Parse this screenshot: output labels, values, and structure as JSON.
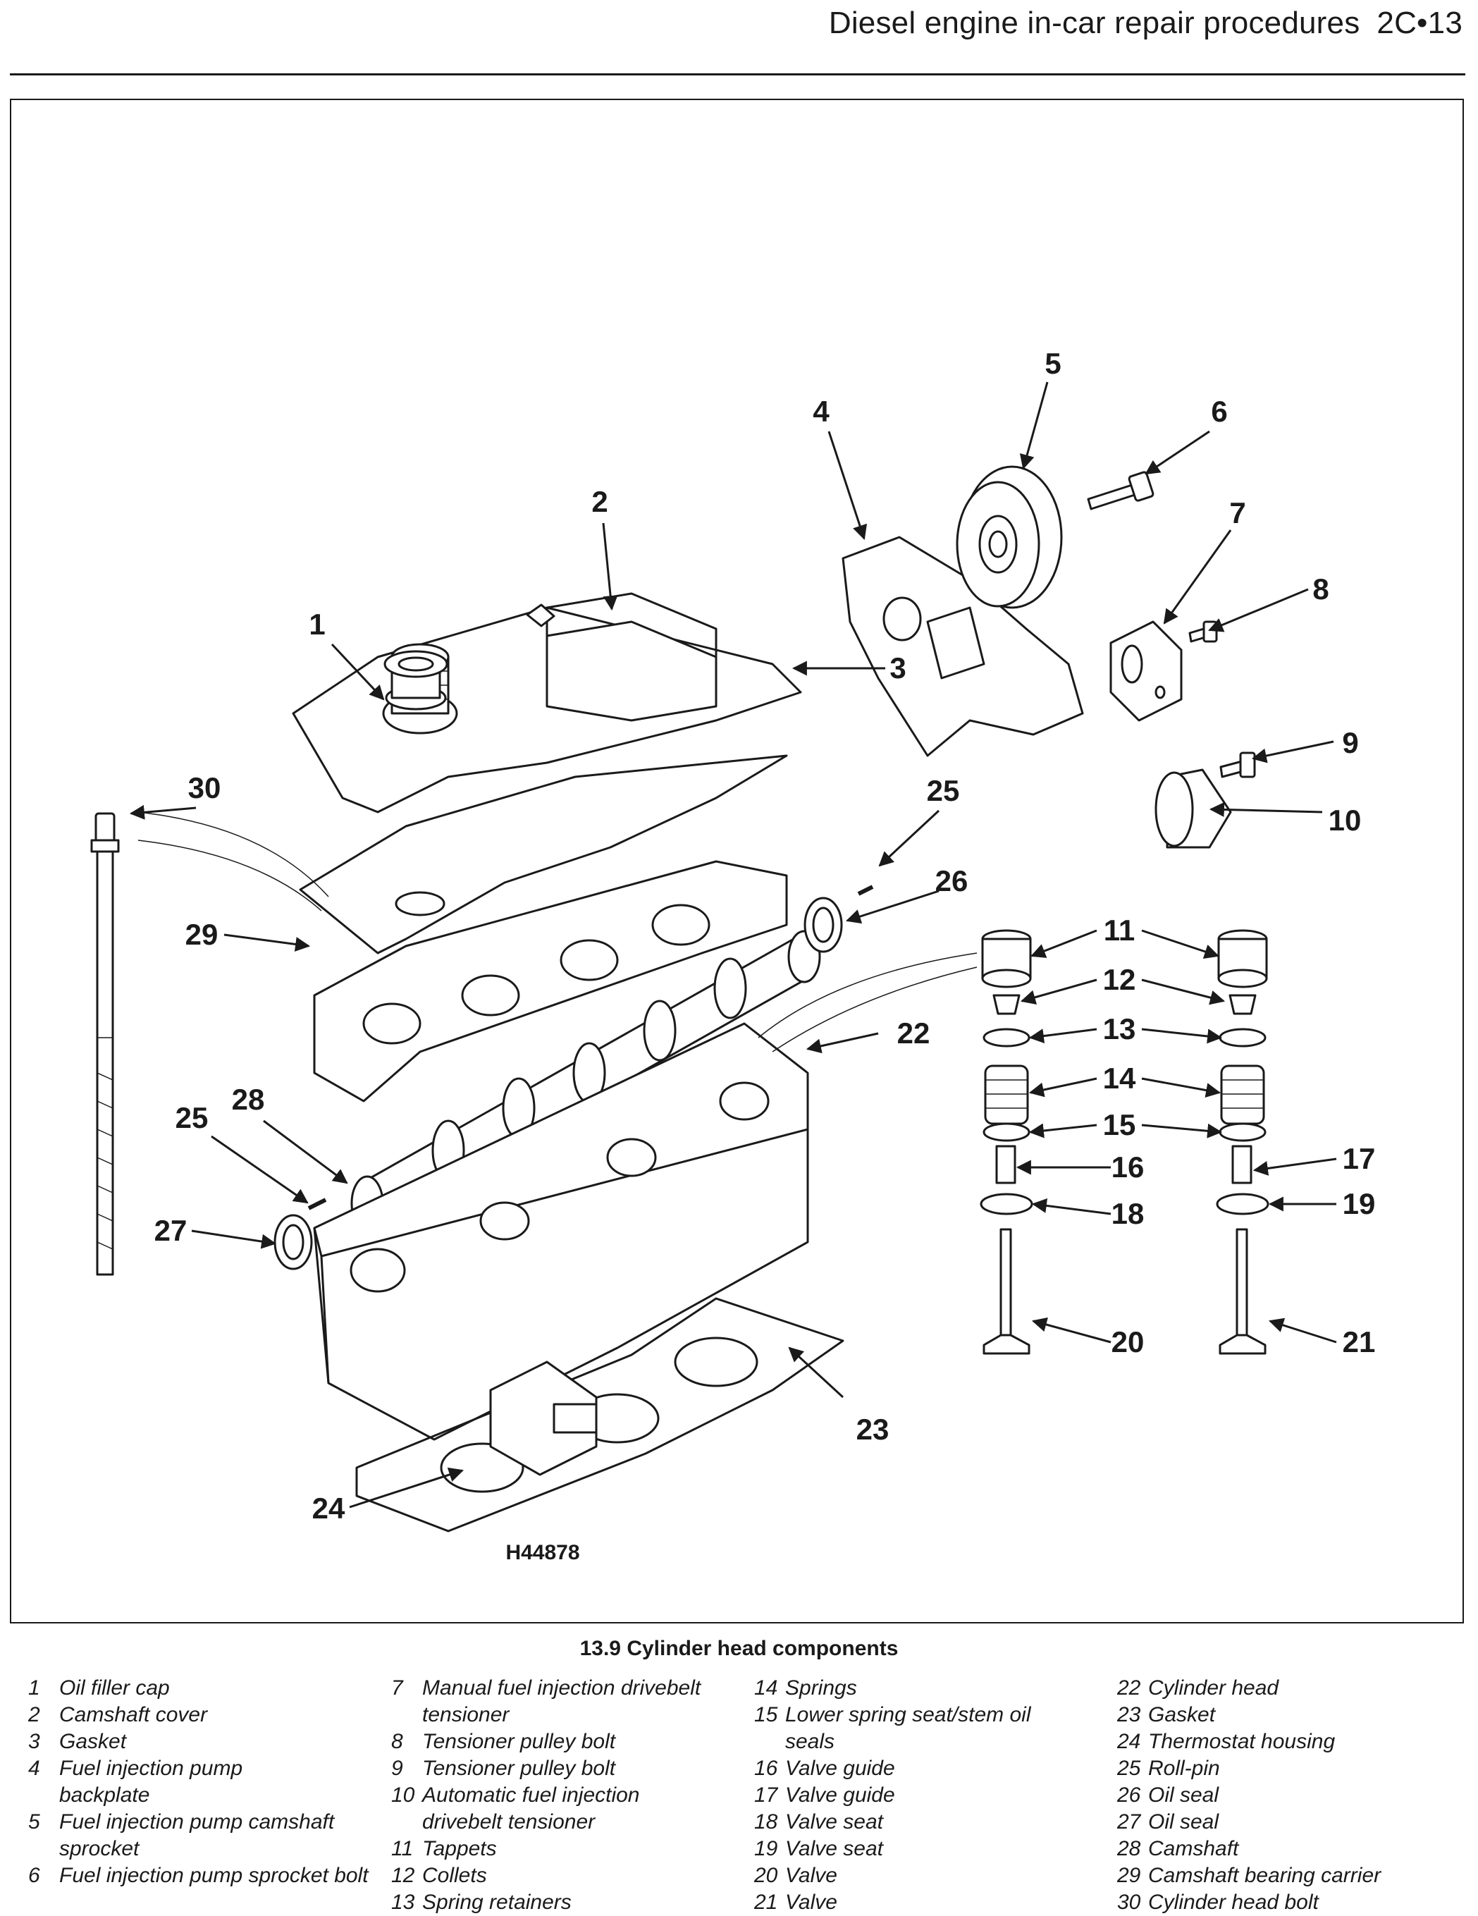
{
  "header": {
    "title": "Diesel engine in-car repair procedures",
    "page": "2C•13"
  },
  "figure": {
    "code": "H44878",
    "caption": "13.9 Cylinder head components",
    "callouts": [
      "1",
      "2",
      "3",
      "4",
      "5",
      "6",
      "7",
      "8",
      "9",
      "10",
      "11",
      "12",
      "13",
      "14",
      "15",
      "16",
      "17",
      "18",
      "19",
      "20",
      "21",
      "22",
      "23",
      "24",
      "25",
      "25",
      "26",
      "27",
      "28",
      "29",
      "30"
    ]
  },
  "legend": {
    "col1": [
      {
        "num": "1",
        "text": "Oil filler cap"
      },
      {
        "num": "2",
        "text": "Camshaft cover"
      },
      {
        "num": "3",
        "text": "Gasket"
      },
      {
        "num": "4",
        "text": "Fuel injection pump backplate"
      },
      {
        "num": "5",
        "text": "Fuel injection pump camshaft sprocket"
      },
      {
        "num": "6",
        "text": "Fuel injection pump sprocket bolt"
      }
    ],
    "col2": [
      {
        "num": "7",
        "text": "Manual fuel injection drivebelt tensioner"
      },
      {
        "num": "8",
        "text": "Tensioner pulley bolt"
      },
      {
        "num": "9",
        "text": "Tensioner pulley bolt"
      },
      {
        "num": "10",
        "text": "Automatic fuel injection drivebelt tensioner"
      },
      {
        "num": "11",
        "text": "Tappets"
      },
      {
        "num": "12",
        "text": "Collets"
      },
      {
        "num": "13",
        "text": "Spring retainers"
      }
    ],
    "col3": [
      {
        "num": "14",
        "text": "Springs"
      },
      {
        "num": "15",
        "text": "Lower spring seat/stem oil seals"
      },
      {
        "num": "16",
        "text": "Valve guide"
      },
      {
        "num": "17",
        "text": "Valve guide"
      },
      {
        "num": "18",
        "text": "Valve seat"
      },
      {
        "num": "19",
        "text": "Valve seat"
      },
      {
        "num": "20",
        "text": "Valve"
      },
      {
        "num": "21",
        "text": "Valve"
      }
    ],
    "col4": [
      {
        "num": "22",
        "text": "Cylinder head"
      },
      {
        "num": "23",
        "text": "Gasket"
      },
      {
        "num": "24",
        "text": "Thermostat housing"
      },
      {
        "num": "25",
        "text": "Roll-pin"
      },
      {
        "num": "26",
        "text": "Oil seal"
      },
      {
        "num": "27",
        "text": "Oil seal"
      },
      {
        "num": "28",
        "text": "Camshaft"
      },
      {
        "num": "29",
        "text": "Camshaft bearing carrier"
      },
      {
        "num": "30",
        "text": "Cylinder head bolt"
      }
    ]
  }
}
